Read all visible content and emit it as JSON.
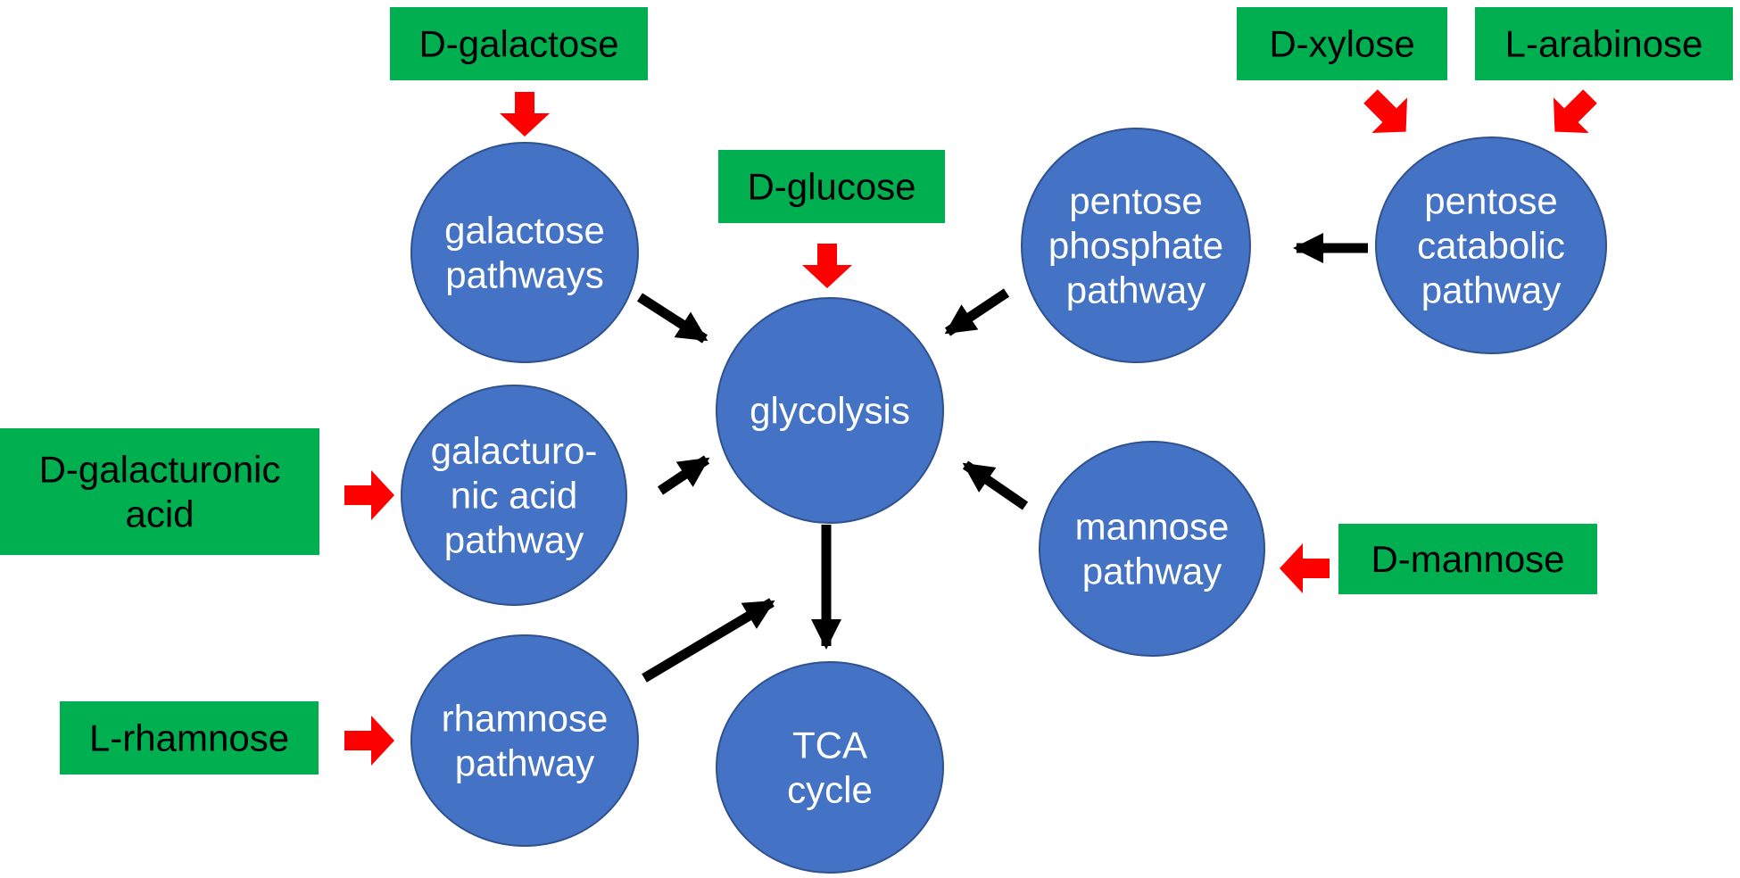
{
  "substrates": [
    {
      "id": "d-galactose",
      "lines": [
        "D-galactose"
      ]
    },
    {
      "id": "d-glucose",
      "lines": [
        "D-glucose"
      ]
    },
    {
      "id": "d-xylose",
      "lines": [
        "D-xylose"
      ]
    },
    {
      "id": "l-arabinose",
      "lines": [
        "L-arabinose"
      ]
    },
    {
      "id": "d-galacturonic-acid",
      "lines": [
        "D-galacturonic",
        "acid"
      ]
    },
    {
      "id": "d-mannose",
      "lines": [
        "D-mannose"
      ]
    },
    {
      "id": "l-rhamnose",
      "lines": [
        "L-rhamnose"
      ]
    }
  ],
  "pathways": [
    {
      "id": "galactose-pathways",
      "lines": [
        "galactose",
        "pathways"
      ]
    },
    {
      "id": "glycolysis",
      "lines": [
        "glycolysis"
      ]
    },
    {
      "id": "pentose-phosphate-pathway",
      "lines": [
        "pentose",
        "phosphate",
        "pathway"
      ]
    },
    {
      "id": "pentose-catabolic-pathway",
      "lines": [
        "pentose",
        "catabolic",
        "pathway"
      ]
    },
    {
      "id": "galacturonic-acid-pathway",
      "lines": [
        "galacturo-",
        "nic acid",
        "pathway"
      ]
    },
    {
      "id": "mannose-pathway",
      "lines": [
        "mannose",
        "pathway"
      ]
    },
    {
      "id": "rhamnose-pathway",
      "lines": [
        "rhamnose",
        "pathway"
      ]
    },
    {
      "id": "tca-cycle",
      "lines": [
        "TCA",
        "cycle"
      ]
    }
  ],
  "colors": {
    "pathway_fill": "#4472c4",
    "substrate_fill": "#00b050",
    "input_arrow": "#ff0000",
    "flow_arrow": "#000000"
  }
}
